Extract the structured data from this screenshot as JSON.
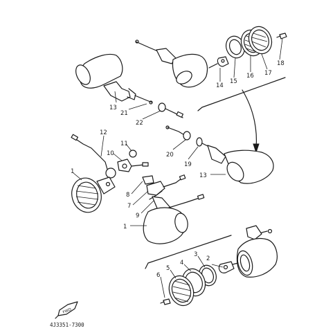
{
  "colors": {
    "ink": "#1a1a1a",
    "paper": "#ffffff"
  },
  "labels": {
    "l1a": "1",
    "l1b": "1",
    "l2": "2",
    "l3": "3",
    "l4": "4",
    "l5": "5",
    "l6": "6",
    "l7": "7",
    "l8": "8",
    "l9": "9",
    "l10": "10",
    "l11": "11",
    "l12": "12",
    "l13a": "13",
    "l13b": "13",
    "l14": "14",
    "l15": "15",
    "l16": "16",
    "l17": "17",
    "l18": "18",
    "l19": "19",
    "l20": "20",
    "l21": "21",
    "l22": "22"
  },
  "fwd_mark": "FWD",
  "drawing_code": "4J3351-7300",
  "icons": [
    "fwd-arrow-icon"
  ]
}
